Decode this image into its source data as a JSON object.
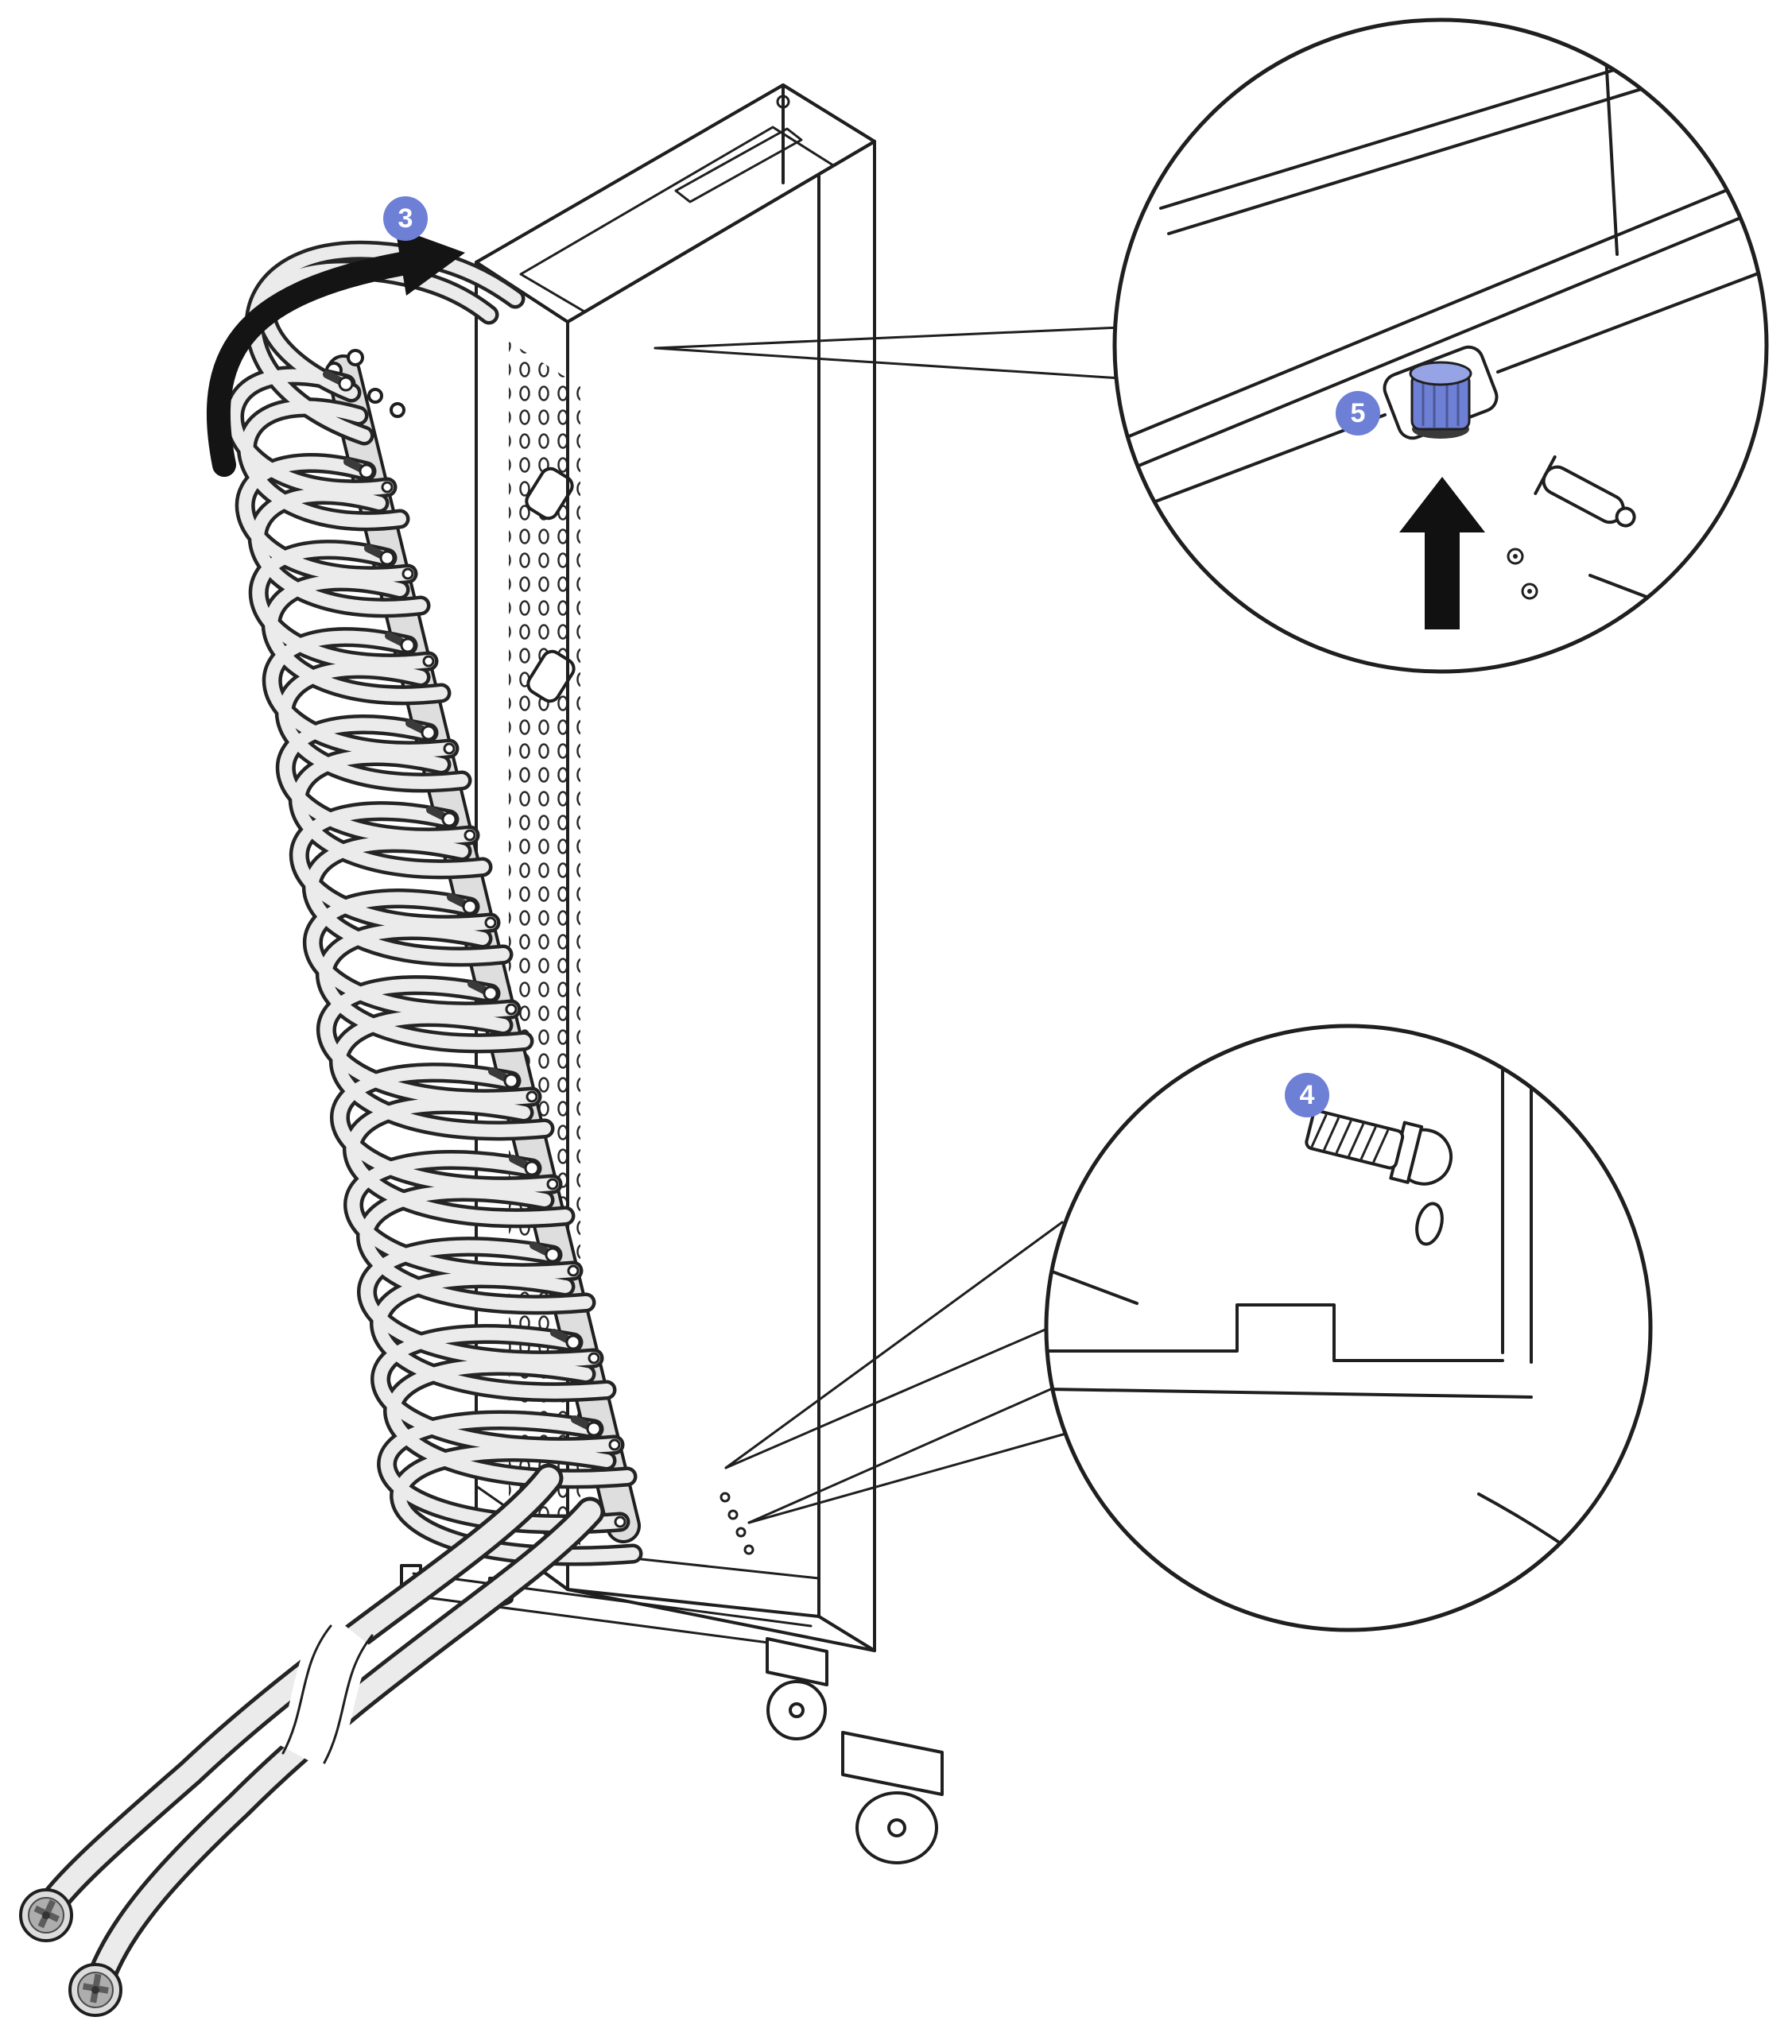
{
  "steps": {
    "step3": "3",
    "step4": "4",
    "step5": "5"
  },
  "colors": {
    "accent": "#6e7fd6",
    "accent_light": "#96a3e4",
    "line": "#1f1f1f",
    "hose": "#ebebeb",
    "metal": "#dedede"
  }
}
